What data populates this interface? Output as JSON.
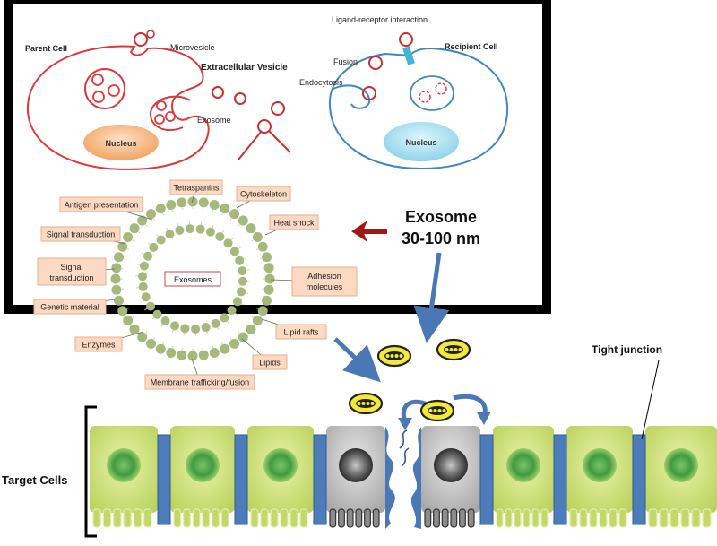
{
  "top_panel": {
    "parent_cell": "Parent Cell",
    "microvesicle": "Microvesicle",
    "extracellular_vesicle": "Extracellular Vesicle",
    "exosome": "Exosome",
    "nucleus_left": "Nucleus",
    "ligand_receptor": "Ligand-receptor interaction",
    "recipient_cell": "Recipient Cell",
    "fusion": "Fusion",
    "endocytosis": "Endocytosis",
    "nucleus_right": "Nucleus"
  },
  "exosome_components": {
    "center_label": "Exosomes",
    "tags": [
      "Tetraspanins",
      "Cytoskeleton",
      "Antigen presentation",
      "Heat shock",
      "Signal transduction",
      "Signal transduction",
      "Adhesion molecules",
      "Genetic material",
      "Lipid rafts",
      "Enzymes",
      "Lipids",
      "Membrane trafficking/fusion"
    ]
  },
  "exosome_size": {
    "line1": "Exosome",
    "line2": "30-100 nm"
  },
  "bottom": {
    "target_cells": "Target Cells",
    "tight_junction": "Tight junction"
  },
  "colors": {
    "parent_cell": "#e0373a",
    "recipient_cell": "#3f86c9",
    "vesicle_outline": "#c8302f",
    "nucleus_orange": "#f6b07a",
    "nucleus_blue": "#a9dff0",
    "bead_green": "#a6b97a",
    "tag_fill": "#fbd9c2",
    "arrow_blue": "#4a78b5",
    "arrow_red": "#a11818",
    "cell_green": "#cfe07a",
    "junction_blue": "#4d7cba",
    "exosome_yellow": "#f3e93a"
  }
}
